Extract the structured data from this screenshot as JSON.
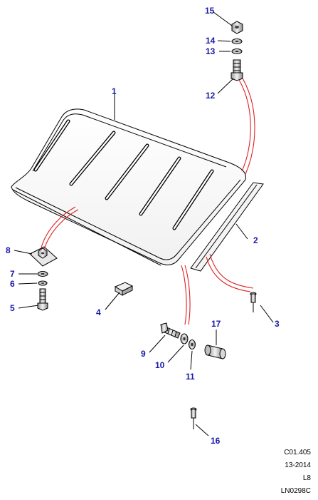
{
  "callouts": {
    "n1": "1",
    "n2": "2",
    "n3": "3",
    "n4": "4",
    "n5": "5",
    "n6": "6",
    "n7": "7",
    "n8": "8",
    "n9": "9",
    "n10": "10",
    "n11": "11",
    "n12": "12",
    "n13": "13",
    "n14": "14",
    "n15": "15",
    "n16": "16",
    "n17": "17"
  },
  "reference": {
    "code": "C01.405",
    "date": "13-2014",
    "level": "L8",
    "illustration": "LN0298C"
  },
  "colors": {
    "callout_text": "#1a1aa8",
    "link_lines": "#e02020",
    "linework": "#000000"
  }
}
